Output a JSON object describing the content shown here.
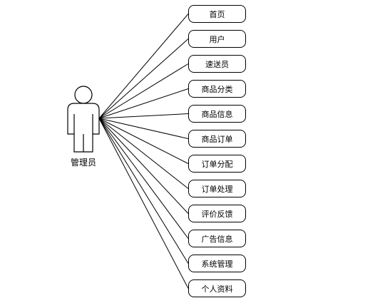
{
  "actor": {
    "name": "管理员"
  },
  "use_cases": [
    {
      "label": "首页"
    },
    {
      "label": "用户"
    },
    {
      "label": "速送员"
    },
    {
      "label": "商品分类"
    },
    {
      "label": "商品信息"
    },
    {
      "label": "商品订单"
    },
    {
      "label": "订单分配"
    },
    {
      "label": "订单处理"
    },
    {
      "label": "评价反馈"
    },
    {
      "label": "广告信息"
    },
    {
      "label": "系统管理"
    },
    {
      "label": "个人资料"
    }
  ],
  "colors": {
    "stroke": "#000000",
    "actor_fill": "#ffffff",
    "box_fill": "#ffffff"
  }
}
